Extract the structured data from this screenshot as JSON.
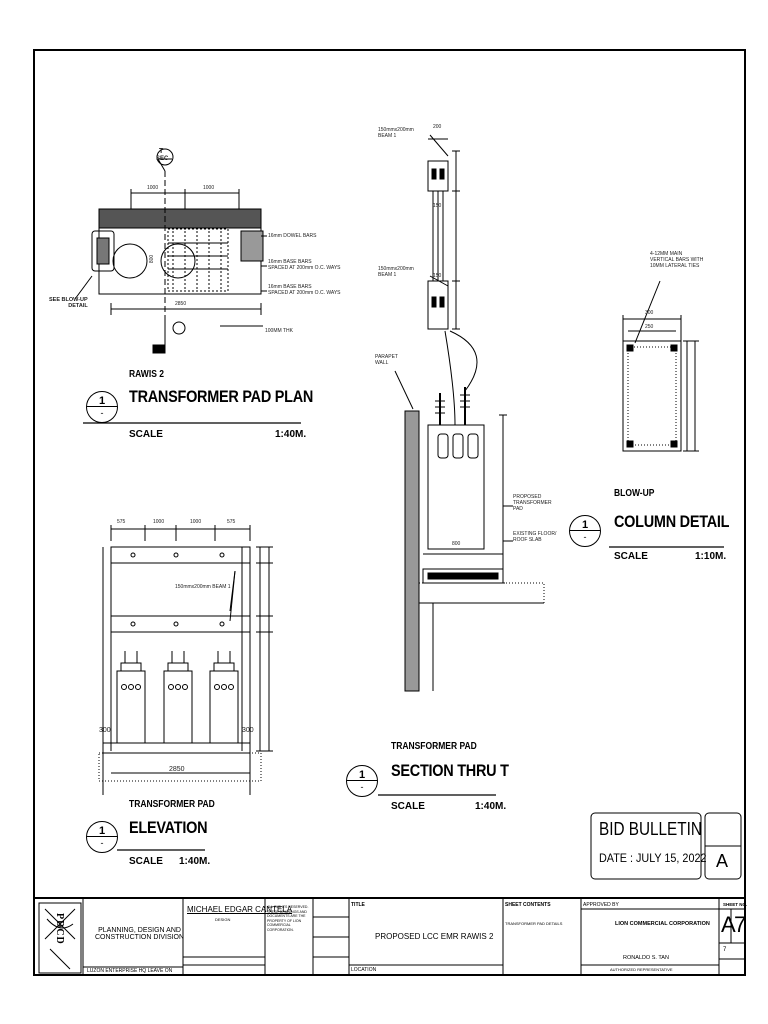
{
  "plan": {
    "label": "RAWIS 2",
    "title": "TRANSFORMER PAD PLAN",
    "scale_label": "SCALE",
    "scale": "1:40M.",
    "detail_no": "1",
    "sheet_ref": "-",
    "section_mark_top": "T",
    "section_mark_sheet": "SEC",
    "dims": [
      "1000",
      "1000",
      "2850",
      "800"
    ],
    "see_detail": "SEE BLOW-UP\nDETAIL",
    "notes": [
      "16mm DOWEL BARS",
      "16mm BASE BARS\nSPACED AT 200mm O.C. WAYS",
      "16mm BASE BARS\nSPACED AT 200mm O.C. WAYS",
      "100MM THK"
    ]
  },
  "section": {
    "label": "TRANSFORMER PAD",
    "title": "SECTION THRU T",
    "scale_label": "SCALE",
    "scale": "1:40M.",
    "detail_no": "1",
    "sheet_ref": "-",
    "beam1": "150mmx200mm\nBEAM 1",
    "beam2": "150mmx200mm\nBEAM 1",
    "parapet": "PARAPET\nWALL",
    "proposed_pad": "PROPOSED\nTRANSFORMER\nPAD",
    "existing_floor": "EXISTING FLOOR/\nROOF SLAB",
    "dims": [
      "200",
      "150",
      "150",
      "800"
    ]
  },
  "column": {
    "label": "BLOW-UP",
    "title": "COLUMN DETAIL",
    "scale_label": "SCALE",
    "scale": "1:10M.",
    "detail_no": "1",
    "sheet_ref": "-",
    "note": "4-12MM MAIN\nVERTICAL BARS WITH\n10MM LATERAL TIES",
    "dims": [
      "300",
      "250"
    ]
  },
  "elevation": {
    "label": "TRANSFORMER PAD",
    "title": "ELEVATION",
    "scale_label": "SCALE",
    "scale": "1:40M.",
    "detail_no": "1",
    "sheet_ref": "-",
    "beam": "150mmx200mm BEAM 1",
    "dims_top": [
      "575",
      "1000",
      "1000",
      "575"
    ],
    "dims_bottom": [
      "300",
      "300",
      "2850"
    ]
  },
  "bulletin": {
    "title": "BID BULLETIN",
    "date": "DATE : JULY 15, 2022",
    "letter": "A"
  },
  "title_block": {
    "logo": "PDCD",
    "division": "PLANNING, DESIGN AND\nCONSTRUCTION DIVISION",
    "division_sub": "LUZON ENTERPRISE HQ LEAVE ON",
    "engineer": "MICHAEL EDGAR CANTELA",
    "engineer_sub": "DESIGN",
    "notice": "ALL RIGHTS RESERVED. THESE DRAWINGS AND DOCUMENTS ARE THE PROPERTY OF LION COMMERCIAL CORPORATION.",
    "title_label": "TITLE",
    "project": "PROPOSED LCC EMR RAWIS 2",
    "location_label": "LOCATION",
    "sheet_contents_label": "SHEET CONTENTS",
    "sheet_contents": "TRANSFORMER PAD DETAILS",
    "approved_label": "APPROVED BY",
    "client": "LION COMMERCIAL CORPORATION",
    "owner": "RONALDO S. TAN",
    "owner_sub": "AUTHORIZED REPRESENTATIVE",
    "sheet_no_label": "SHEET NO.",
    "sheet_letter": "A",
    "sheet_number": "7",
    "sheet_total": "7"
  }
}
